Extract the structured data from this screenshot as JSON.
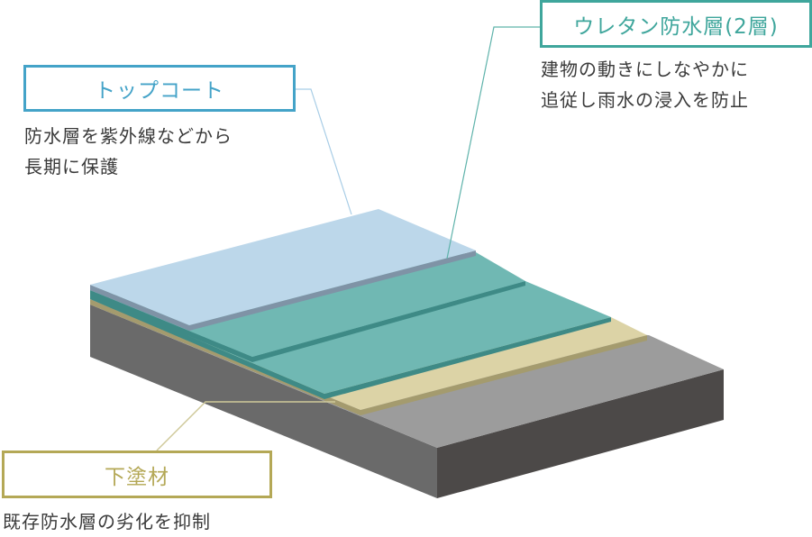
{
  "labels": {
    "topcoat": {
      "title": "トップコート",
      "desc": [
        "防水層を紫外線などから",
        "長期に保護"
      ]
    },
    "urethane": {
      "title": "ウレタン防水層(2層)",
      "desc": [
        "建物の動きにしなやかに",
        "追従し雨水の浸入を防止"
      ]
    },
    "undercoat": {
      "title": "下塗材",
      "desc": [
        "既存防水層の劣化を抑制"
      ]
    }
  },
  "colors": {
    "topcoat": "#bcd7ea",
    "urethane": "#70b8b3",
    "undercoat": "#dcd3a6",
    "concrete": "#9c9c9c"
  }
}
